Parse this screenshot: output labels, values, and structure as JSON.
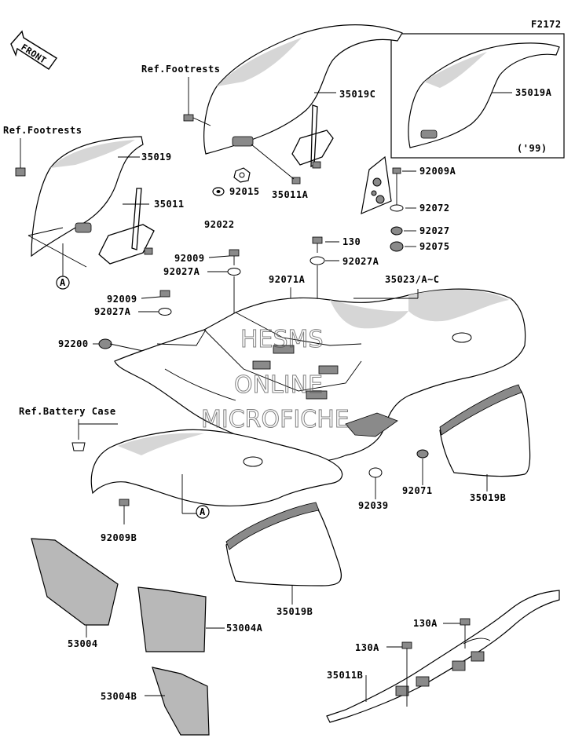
{
  "diagram": {
    "figure_code": "F2172",
    "front_arrow_label": "FRONT",
    "inset_note": "('99)",
    "ref_labels": {
      "footrests_top": "Ref.Footrests",
      "footrests_left": "Ref.Footrests",
      "battery_case": "Ref.Battery Case"
    },
    "callout_marker": "A",
    "part_labels": {
      "p35019C": "35019C",
      "p35019A": "35019A",
      "p35019": "35019",
      "p35011": "35011",
      "p92015": "92015",
      "p92022": "92022",
      "p35011A": "35011A",
      "p92009A": "92009A",
      "p92072": "92072",
      "p92027": "92027",
      "p92075": "92075",
      "p130": "130",
      "p92027A_right": "92027A",
      "p92009_upper": "92009",
      "p92027A_upper": "92027A",
      "p92071A": "92071A",
      "p35023": "35023/A~C",
      "p92009_lower": "92009",
      "p92027A_lower": "92027A",
      "p92200": "92200",
      "p92071": "92071",
      "p92039": "92039",
      "p35019B_right": "35019B",
      "p92009B": "92009B",
      "p35019B_bottom": "35019B",
      "p53004": "53004",
      "p53004A": "53004A",
      "p53004B": "53004B",
      "p130A_right": "130A",
      "p130A_left": "130A",
      "p35011B": "35011B"
    },
    "watermark": [
      "HESMS",
      "ONLINE",
      "MICROFICHE"
    ]
  }
}
